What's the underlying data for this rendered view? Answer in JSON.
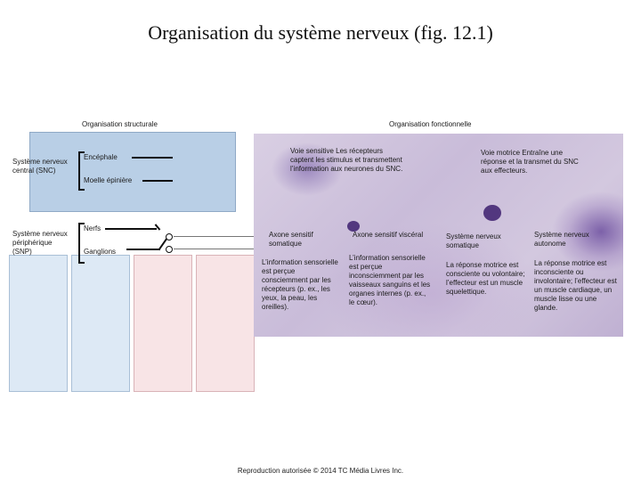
{
  "title": "Organisation du système nerveux (fig. 12.1)",
  "structural": {
    "header": "Organisation structurale",
    "snc": "Système nerveux central (SNC)",
    "snp": "Système nerveux périphérique (SNP)",
    "encephale": "Encéphale",
    "moelle": "Moelle épinière",
    "nerfs": "Nerfs",
    "ganglions": "Ganglions"
  },
  "functional": {
    "header": "Organisation fonctionnelle",
    "voie_sensitive": "Voie sensitive Les récepteurs captent les stimulus et transmettent l’information aux neurones du SNC.",
    "voie_motrice": "Voie motrice Entraîne une réponse et la transmet du SNC aux effecteurs.",
    "axone_somatique": "Axone sensitif somatique",
    "axone_visceral": "Axone sensitif viscéral",
    "sn_somatique": "Système nerveux somatique",
    "sn_autonome": "Système nerveux autonome",
    "desc_somatique": "L’information sensorielle est perçue consciemment par les récepteurs (p. ex., les yeux, la peau, les oreilles).",
    "desc_visceral": "L’information sensorielle est perçue inconsciemment par les vaisseaux sanguins et les organes internes (p. ex., le cœur).",
    "desc_sn_somatique": "La réponse motrice est consciente ou volontaire; l’effecteur est un muscle squelettique.",
    "desc_sn_autonome": "La réponse motrice est inconsciente ou involontaire; l’effecteur est un muscle cardiaque, un muscle lisse ou une glande."
  },
  "footer": "Reproduction autorisée © 2014 TC Média Livres Inc."
}
